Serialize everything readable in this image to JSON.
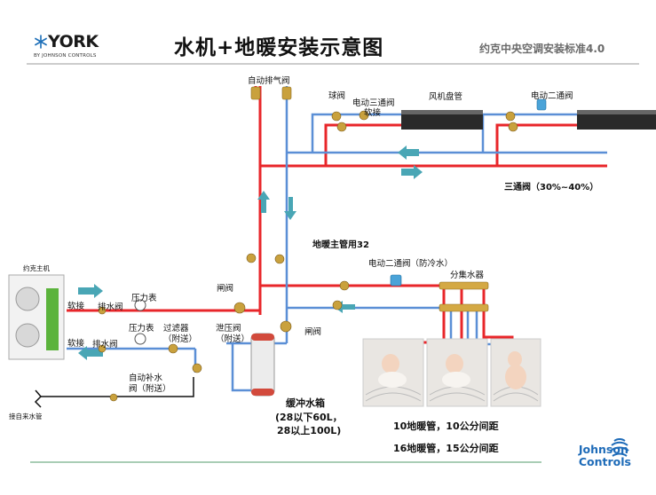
{
  "header": {
    "title": "水机+地暖安装示意图",
    "subtitle": "约克中央空调安装标准4.0"
  },
  "logos": {
    "york_word": "YORK",
    "york_sub": "BY JOHNSON CONTROLS",
    "johnson_line1": "Johnson",
    "johnson_line2": "Controls"
  },
  "labels": {
    "auto_air_vent": "自动排气阀",
    "ball_valve": "球阀",
    "electric_3way": "电动三通阀",
    "soft_joint_top": "软接",
    "fan_coil": "风机盘管",
    "electric_2way_top": "电动二通阀",
    "three_way_pct": "三通阀（30%~40%）",
    "floor_main_pipe": "地暖主管用32",
    "electric_2way_anti_cold": "电动二通阀（防冷水）",
    "manifold": "分集水器",
    "outdoor_unit": "约克主机",
    "soft_joint_1": "软接",
    "drain_valve_1": "排水阀",
    "pressure_gauge_1": "压力表",
    "gate_valve_1": "闸阀",
    "pressure_gauge_2": "压力表",
    "filter": "过滤器",
    "filter_note": "（附送）",
    "relief_valve": "泄压阀",
    "relief_note": "（附送）",
    "soft_joint_2": "软接",
    "drain_valve_2": "排水阀",
    "gate_valve_2": "闸阀",
    "auto_fill_valve": "自动补水",
    "auto_fill_note": "阀（附送）",
    "tap_water": "接自来水管",
    "buffer_tank": "缓冲水箱",
    "buffer_tank_size1": "(28以下60L，",
    "buffer_tank_size2": "28以上100L)",
    "pipe_spec_10": "10地暖管，10公分间距",
    "pipe_spec_16": "16地暖管，15公分间距"
  },
  "colors": {
    "supply": "#e8262a",
    "return": "#5b8fd6",
    "arrow": "#49a6b5",
    "fill_line": "#111111"
  }
}
